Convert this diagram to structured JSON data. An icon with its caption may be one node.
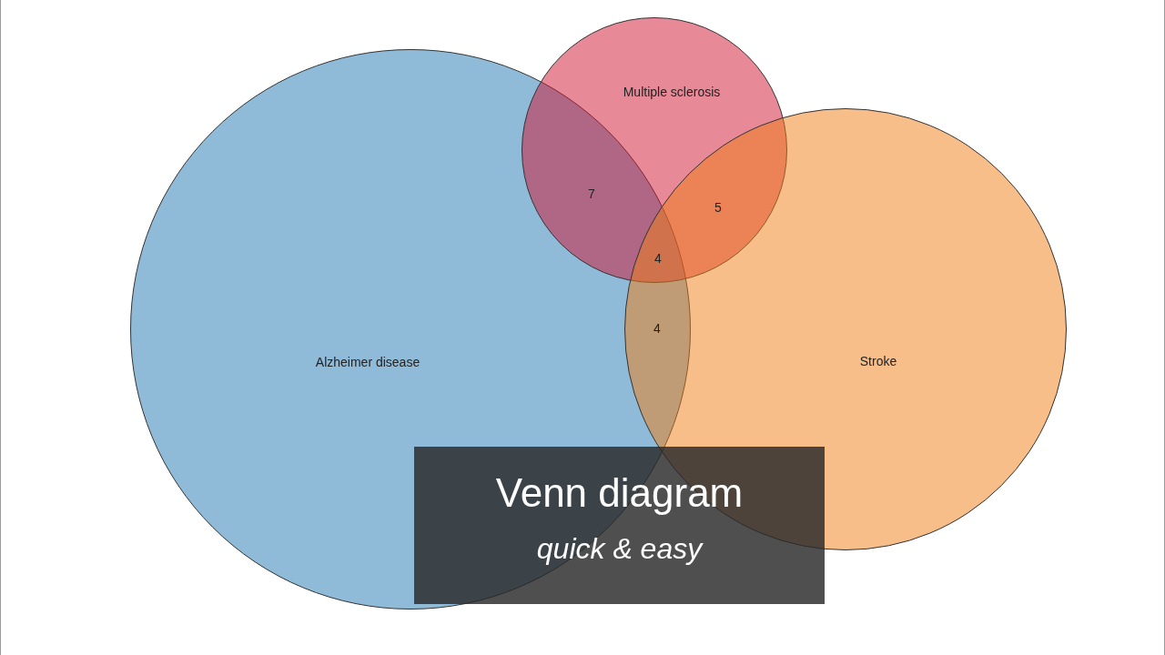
{
  "diagram": {
    "nodes": [
      {
        "text": [
          "Alzheimer disease"
        ]
      },
      {
        "text": [
          "Multiple sclerosis"
        ]
      },
      {
        "text": [
          "Stroke"
        ]
      },
      {
        "text": [
          "Venn diagram",
          "quick & easy"
        ]
      }
    ],
    "edges": [],
    "labels": [
      "7",
      "5",
      "4",
      "4"
    ]
  }
}
